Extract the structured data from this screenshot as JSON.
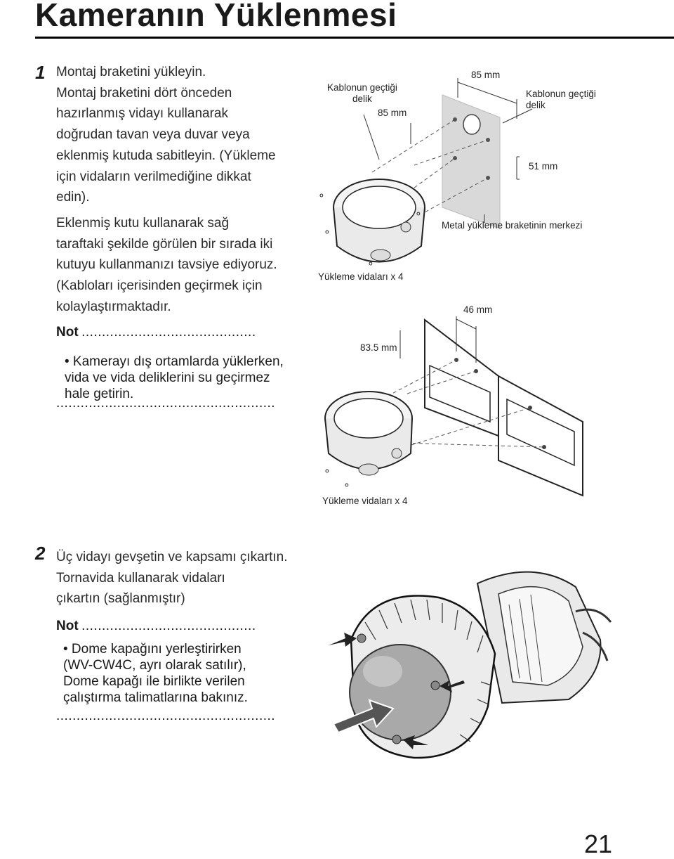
{
  "page": {
    "title": "Kameranın Yüklenmesi",
    "page_number": "21"
  },
  "step1": {
    "number": "1",
    "lines": [
      "Montaj braketini yükleyin.",
      "Montaj braketini dört önceden",
      "hazırlanmış vidayı kullanarak",
      "doğrudan tavan veya duvar veya",
      "eklenmiş kutuda sabitleyin. (Yükleme",
      "için vidaların verilmediğine dikkat",
      "edin)."
    ],
    "para2_lines": [
      "Eklenmiş kutu kullanarak sağ",
      "taraftaki şekilde görülen bir sırada iki",
      "kutuyu kullanmanızı tavsiye ediyoruz.",
      "(Kabloları içerisinden geçirmek için",
      "kolaylaştırmaktadır."
    ],
    "note_label": "Not",
    "note_dots": "...........................................",
    "note_lines": [
      "• Kamerayı dış ortamlarda yüklerken,",
      "vida ve vida deliklerini su geçirmez",
      "hale getirin."
    ],
    "note_end": "......................................................"
  },
  "diagram1": {
    "cable_hole_left": [
      "Kablonun geçtiği",
      "delik"
    ],
    "dim_85_left": "85 mm",
    "dim_85_top": "85 mm",
    "cable_hole_right": [
      "Kablonun geçtiği",
      "delik"
    ],
    "dim_51": "51 mm",
    "bracket_center": "Metal yükleme braketinin merkezi",
    "screws_top": "Yükleme vidaları x 4"
  },
  "diagram2": {
    "dim_46": "46 mm",
    "dim_83_5": "83.5 mm",
    "screws_bottom": "Yükleme vidaları x 4"
  },
  "step2": {
    "number": "2",
    "lines": [
      "Üç vidayı gevşetin ve kapsamı çıkartın.",
      "Tornavida kullanarak vidaları",
      "çıkartın (sağlanmıştır)"
    ],
    "note_label": "Not",
    "note_dots": "...........................................",
    "note_lines": [
      "• Dome kapağını yerleştirirken",
      "(WV-CW4C, ayrı olarak satılır),",
      "Dome kapağı ile birlikte verilen",
      "çalıştırma talimatlarına bakınız."
    ],
    "note_end": "......................................................"
  }
}
